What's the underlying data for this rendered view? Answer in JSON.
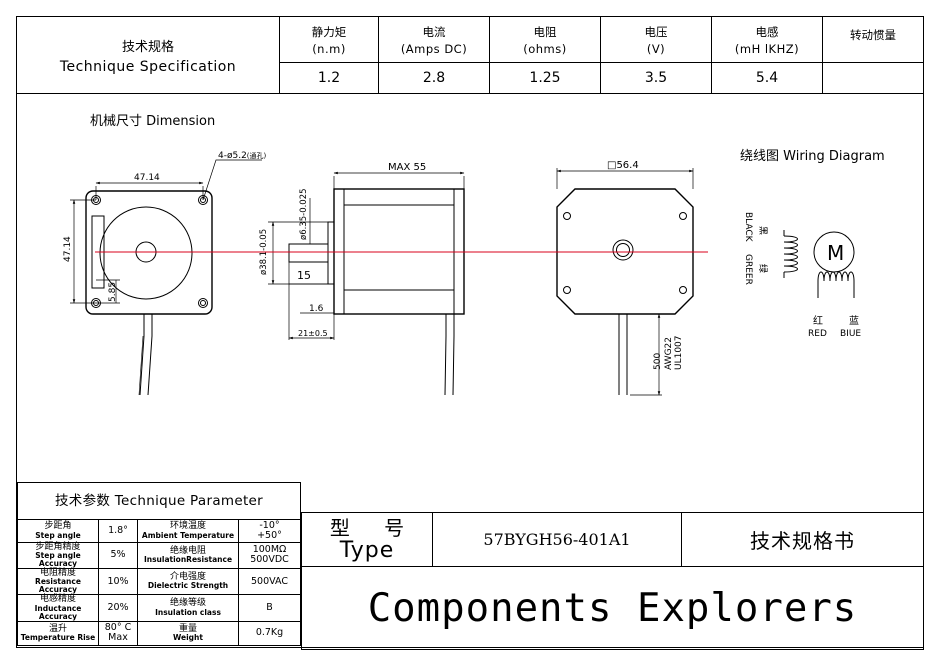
{
  "spec": {
    "title_cn": "技术规格",
    "title_en": "Technique  Specification",
    "columns": [
      {
        "h1": "静力矩",
        "h2": "(n.m)",
        "value": "1.2"
      },
      {
        "h1": "电流",
        "h2": "(Amps  DC)",
        "value": "2.8"
      },
      {
        "h1": "电阻",
        "h2": "(ohms)",
        "value": "1.25"
      },
      {
        "h1": "电压",
        "h2": "(V)",
        "value": "3.5"
      },
      {
        "h1": "电感",
        "h2": "(mH    lKHZ)",
        "value": "5.4"
      },
      {
        "h1": "转动惯量",
        "h2": "",
        "value": ""
      }
    ]
  },
  "dimension": {
    "title": "机械尺寸  Dimension",
    "front": {
      "width": "47.14",
      "height": "47.14",
      "hole_note": "4-ø5.2",
      "hole_note_cn": "(通孔)",
      "offset": "5.85"
    },
    "side": {
      "max": "MAX 55",
      "shaft": "ø6.35-0.025",
      "boss": "ø38.1-0.05",
      "shaft_len": "15",
      "flange": "1.6",
      "total": "21±0.5"
    },
    "back": {
      "square": "□56.4",
      "lead": [
        "500",
        "AWG22",
        "UL1007"
      ]
    }
  },
  "wiring": {
    "title": "绕线图  Wiring  Diagram",
    "black_en": "BLACK",
    "black_cn": "黑",
    "green_en": "GREER",
    "green_cn": "绿",
    "red_cn": "红",
    "red_en": "RED",
    "blue_cn": "蓝",
    "blue_en": "BIUE",
    "motor": "M"
  },
  "param": {
    "title": "技术参数  Technique  Parameter",
    "rows": [
      {
        "n1": "步距角",
        "s1": "Step angle",
        "v1": "1.8°",
        "n2": "环境温度",
        "s2": "Ambient Temperature",
        "v2a": "-10°",
        "v2b": "+50°"
      },
      {
        "n1": "步距角精度",
        "s1": "Step angle Accuracy",
        "v1": "5%",
        "n2": "绝缘电阻",
        "s2": "InsulationResistance",
        "v2a": "100MΩ",
        "v2b": "500VDC"
      },
      {
        "n1": "电阻精度",
        "s1": "Resistance Accuracy",
        "v1": "10%",
        "n2": "介电强度",
        "s2": "Dielectric Strength",
        "v2a": "500VAC",
        "v2b": ""
      },
      {
        "n1": "电感精度",
        "s1": "Inductance Accuracy",
        "v1": "20%",
        "n2": "绝缘等级",
        "s2": "Insulation class",
        "v2a": "B",
        "v2b": ""
      },
      {
        "n1": "温升",
        "s1": "Temperature Rise",
        "v1": "80° C",
        "v1b": "Max",
        "n2": "重量",
        "s2": "Weight",
        "v2a": "0.7Kg",
        "v2b": ""
      }
    ]
  },
  "title_block": {
    "type_cn": "型 号",
    "type_en": "Type",
    "model": "57BYGH56-401A1",
    "book": "技术规格书",
    "company": "Components Explorers"
  }
}
